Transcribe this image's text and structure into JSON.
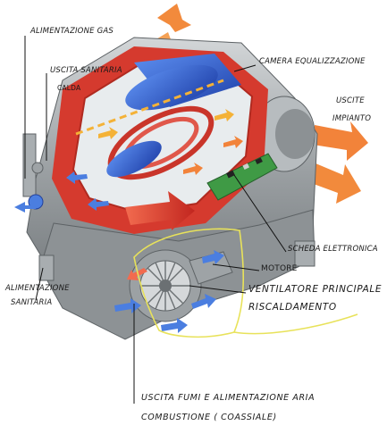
{
  "labels": {
    "gas_supply": "ALIMENTAZIONE GAS",
    "hot_sanitary_outlet_line1": "USCITA SANITARIA",
    "hot_sanitary_outlet_line2": "CALDA",
    "equalization_chamber": "CAMERA EQUALIZZAZIONE",
    "system_outlets_line1": "USCITE",
    "system_outlets_line2": "IMPIANTO",
    "electronic_board": "SCHEDA ELETTRONICA",
    "motor": "MOTORE",
    "main_fan": "VENTILATORE PRINCIPALE",
    "heating": "RISCALDAMENTO",
    "sanitary_supply_line1": "ALIMENTAZIONE",
    "sanitary_supply_line2": "SANITARIA",
    "flue_outlet_line1": "USCITA FUMI E ALIMENTAZIONE ARIA",
    "flue_outlet_line2": "COMBUSTIONE ( COASSIALE)"
  },
  "colors": {
    "casing": "#8e9396",
    "casing_light": "#c9cdcf",
    "combustion_red": "#d9362b",
    "water_blue": "#2f5fcf",
    "warm_orange": "#f2833a",
    "air_yellow": "#f4b237",
    "board_green": "#3f9a45",
    "highlight_yellow": "#e8e25a"
  }
}
